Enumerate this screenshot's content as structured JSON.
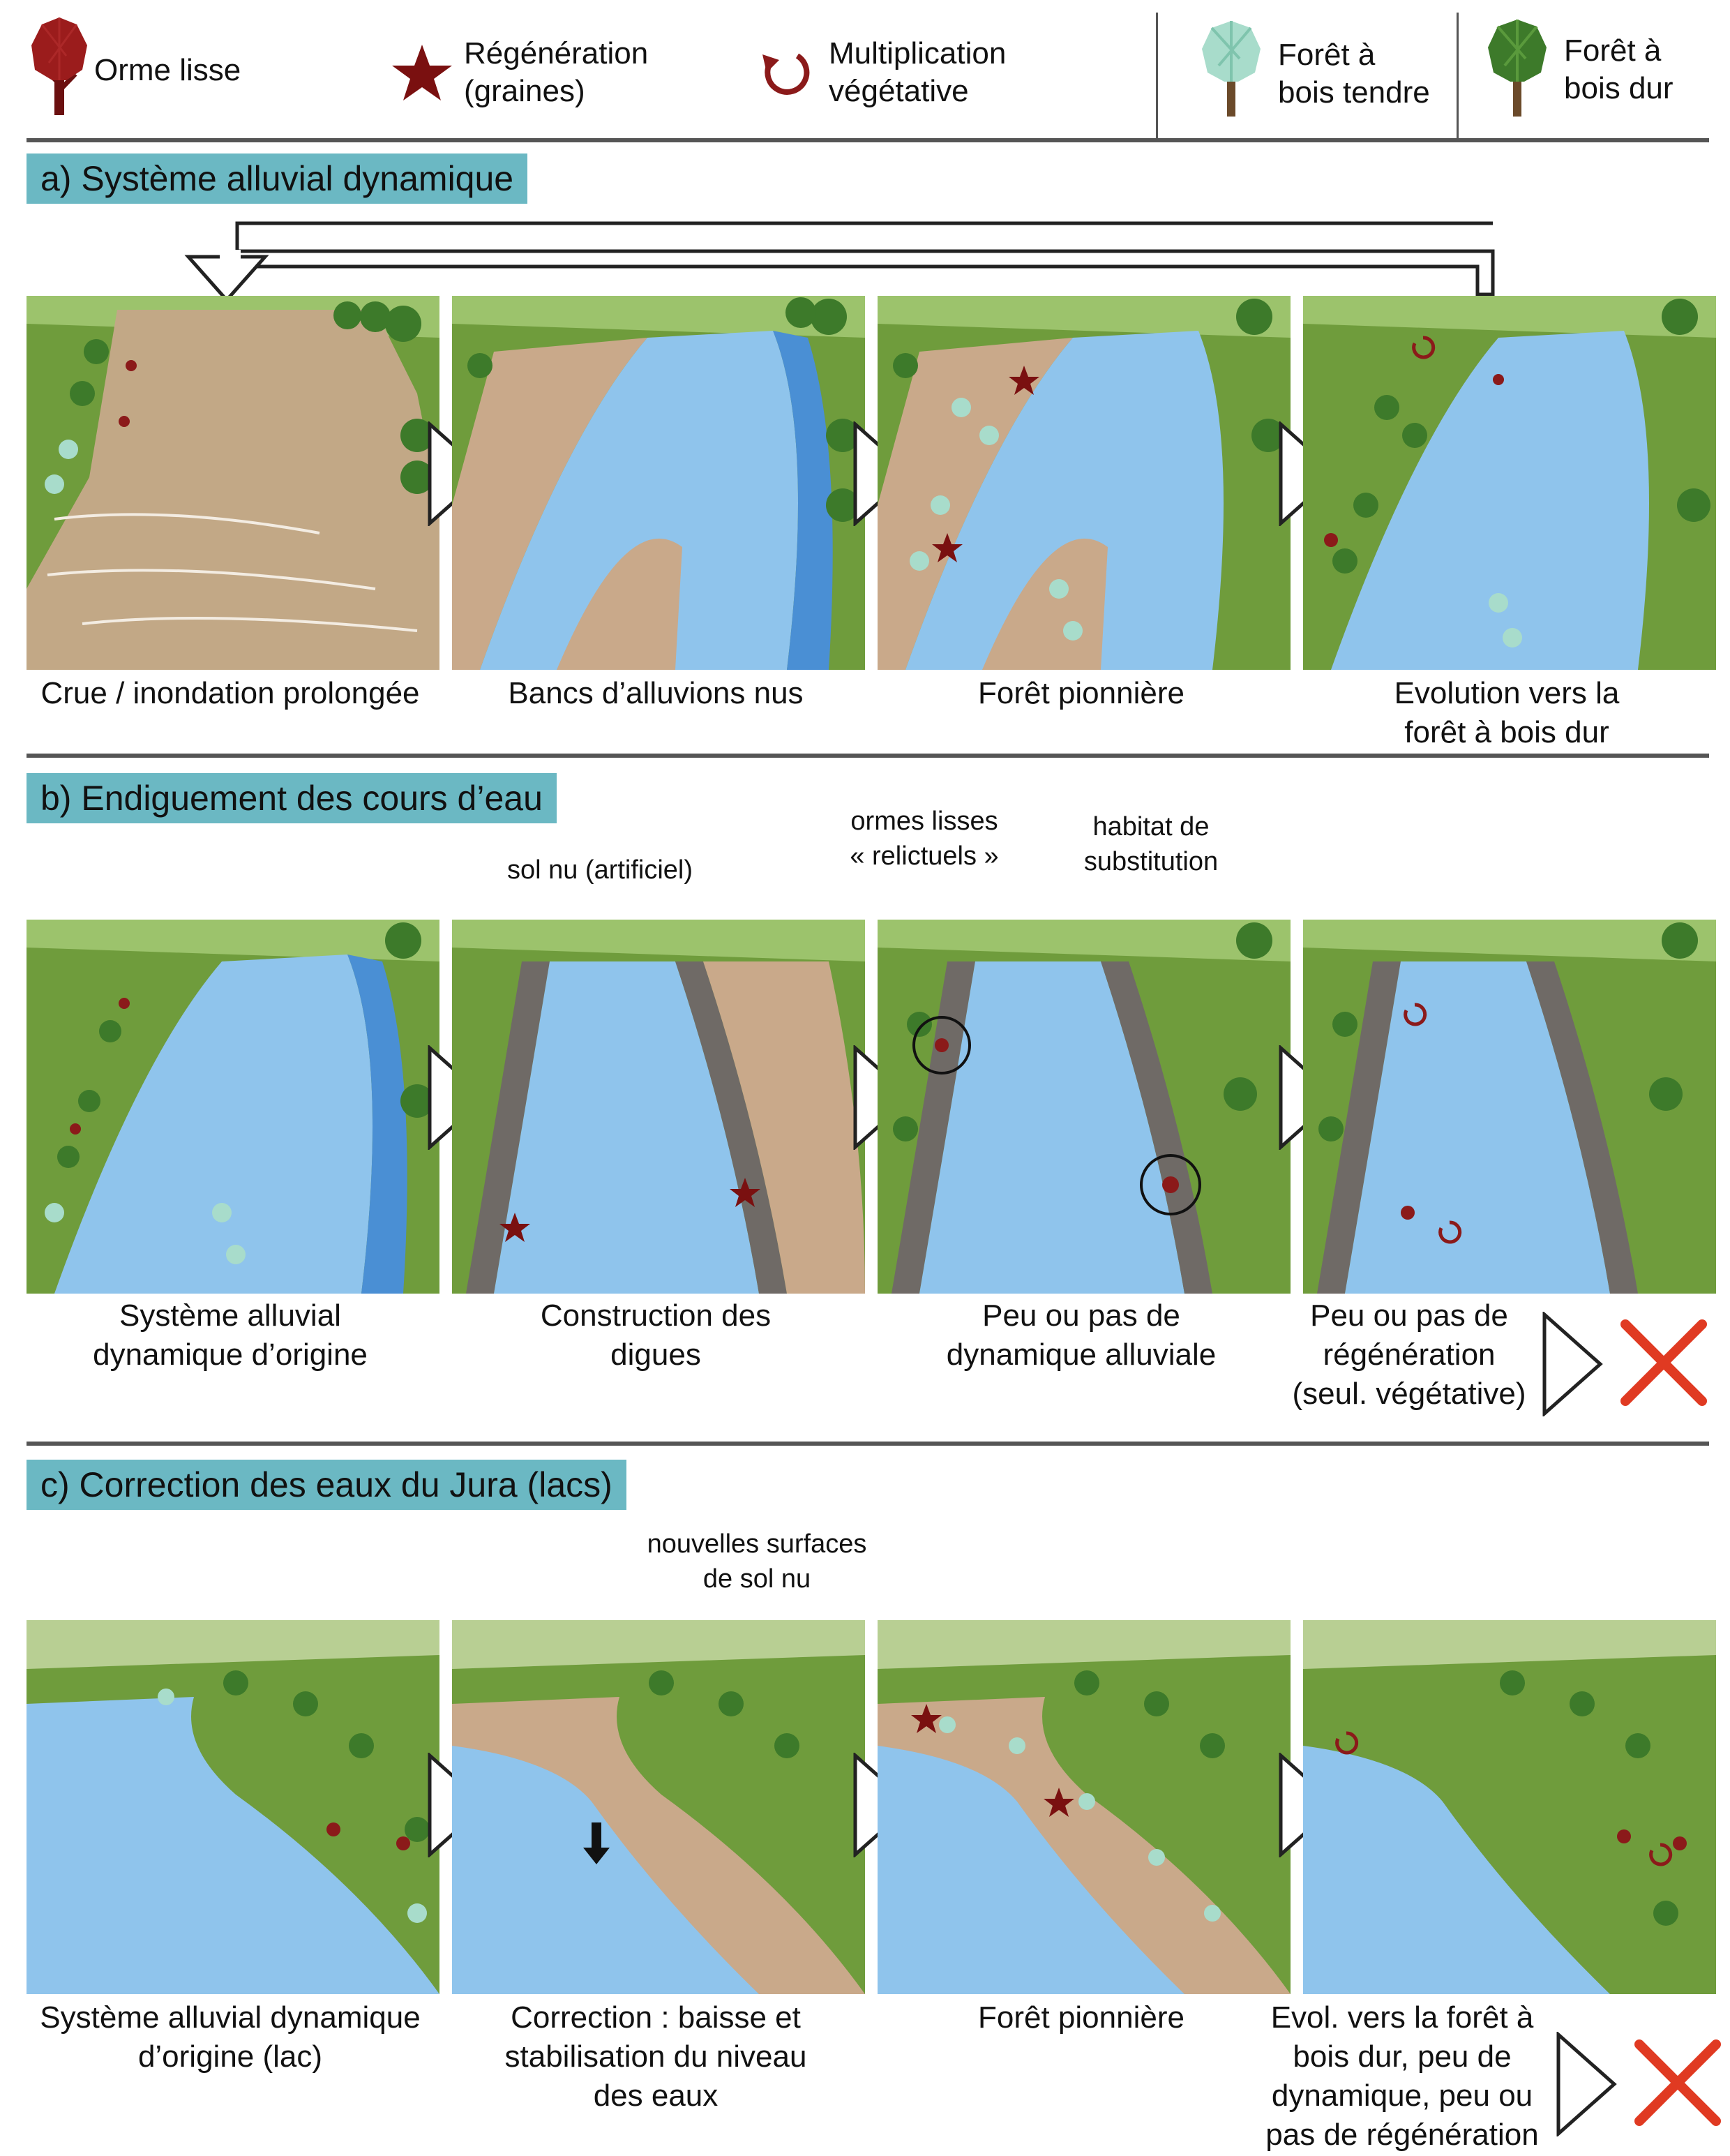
{
  "legend": {
    "orme_lisse": "Orme lisse",
    "regeneration": "Régénération\n(graines)",
    "multiplication": "Multiplication\nvégétative",
    "foret_bois_tendre": "Forêt à\nbois tendre",
    "foret_bois_dur": "Forêt à\nbois dur",
    "icons": [
      "elm-tree-icon",
      "star-icon",
      "cycle-arrow-icon",
      "softwood-tree-icon",
      "hardwood-tree-icon"
    ]
  },
  "colors": {
    "section_header": "#6bb8c3",
    "elm_red": "#8b1a1a",
    "star_red": "#7a1010",
    "water_blue": "#8fc4ec",
    "water_dark": "#4a8fd4",
    "bank_sand": "#c9a98a",
    "grass_green": "#6f9c3c",
    "hardwood_green": "#3d7a2a",
    "softwood_mint": "#a8dccb",
    "levee_gray": "#6f6a66",
    "cross_red": "#e03a22",
    "rule_gray": "#555555"
  },
  "sections": [
    {
      "title": "a) Système alluvial dynamique",
      "panels": [
        {
          "caption": "Crue / inondation prolongée"
        },
        {
          "caption": "Bancs d’alluvions nus"
        },
        {
          "caption": "Forêt pionnière"
        },
        {
          "caption": "Evolution vers la\nforêt à bois dur"
        }
      ]
    },
    {
      "title": "b) Endiguement des cours d’eau",
      "callouts": {
        "sol_nu": "sol nu (artificiel)",
        "ormes_relictuels": "ormes lisses\n« relictuels »",
        "habitat": "habitat de\nsubstitution"
      },
      "panels": [
        {
          "caption": "Système alluvial\ndynamique d’origine"
        },
        {
          "caption": "Construction des\ndigues"
        },
        {
          "caption": "Peu ou pas de\ndynamique alluviale"
        },
        {
          "caption": "Peu ou pas de\nrégénération\n(seul. végétative)"
        }
      ]
    },
    {
      "title": "c) Correction des eaux du Jura (lacs)",
      "callouts": {
        "nouvelles_surfaces": "nouvelles surfaces\nde sol nu"
      },
      "panels": [
        {
          "caption": "Système alluvial dynamique\nd’origine (lac)"
        },
        {
          "caption": "Correction : baisse et\nstabilisation du niveau\ndes eaux"
        },
        {
          "caption": "Forêt pionnière"
        },
        {
          "caption": "Evol. vers la forêt à\nbois dur, peu de\ndynamique, peu ou\npas de régénération"
        }
      ]
    }
  ]
}
